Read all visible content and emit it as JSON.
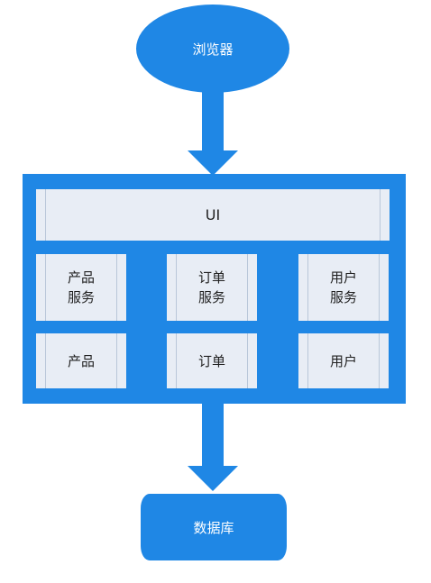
{
  "diagram": {
    "browser": "浏览器",
    "ui": "UI",
    "services": [
      "产品\n服务",
      "订单\n服务",
      "用户\n服务"
    ],
    "modules": [
      "产品",
      "订单",
      "用户"
    ],
    "database": "数据库"
  },
  "colors": {
    "primary": "#1f87e5",
    "box_fill": "#e8edf5",
    "box_border": "#b9c7d9"
  }
}
